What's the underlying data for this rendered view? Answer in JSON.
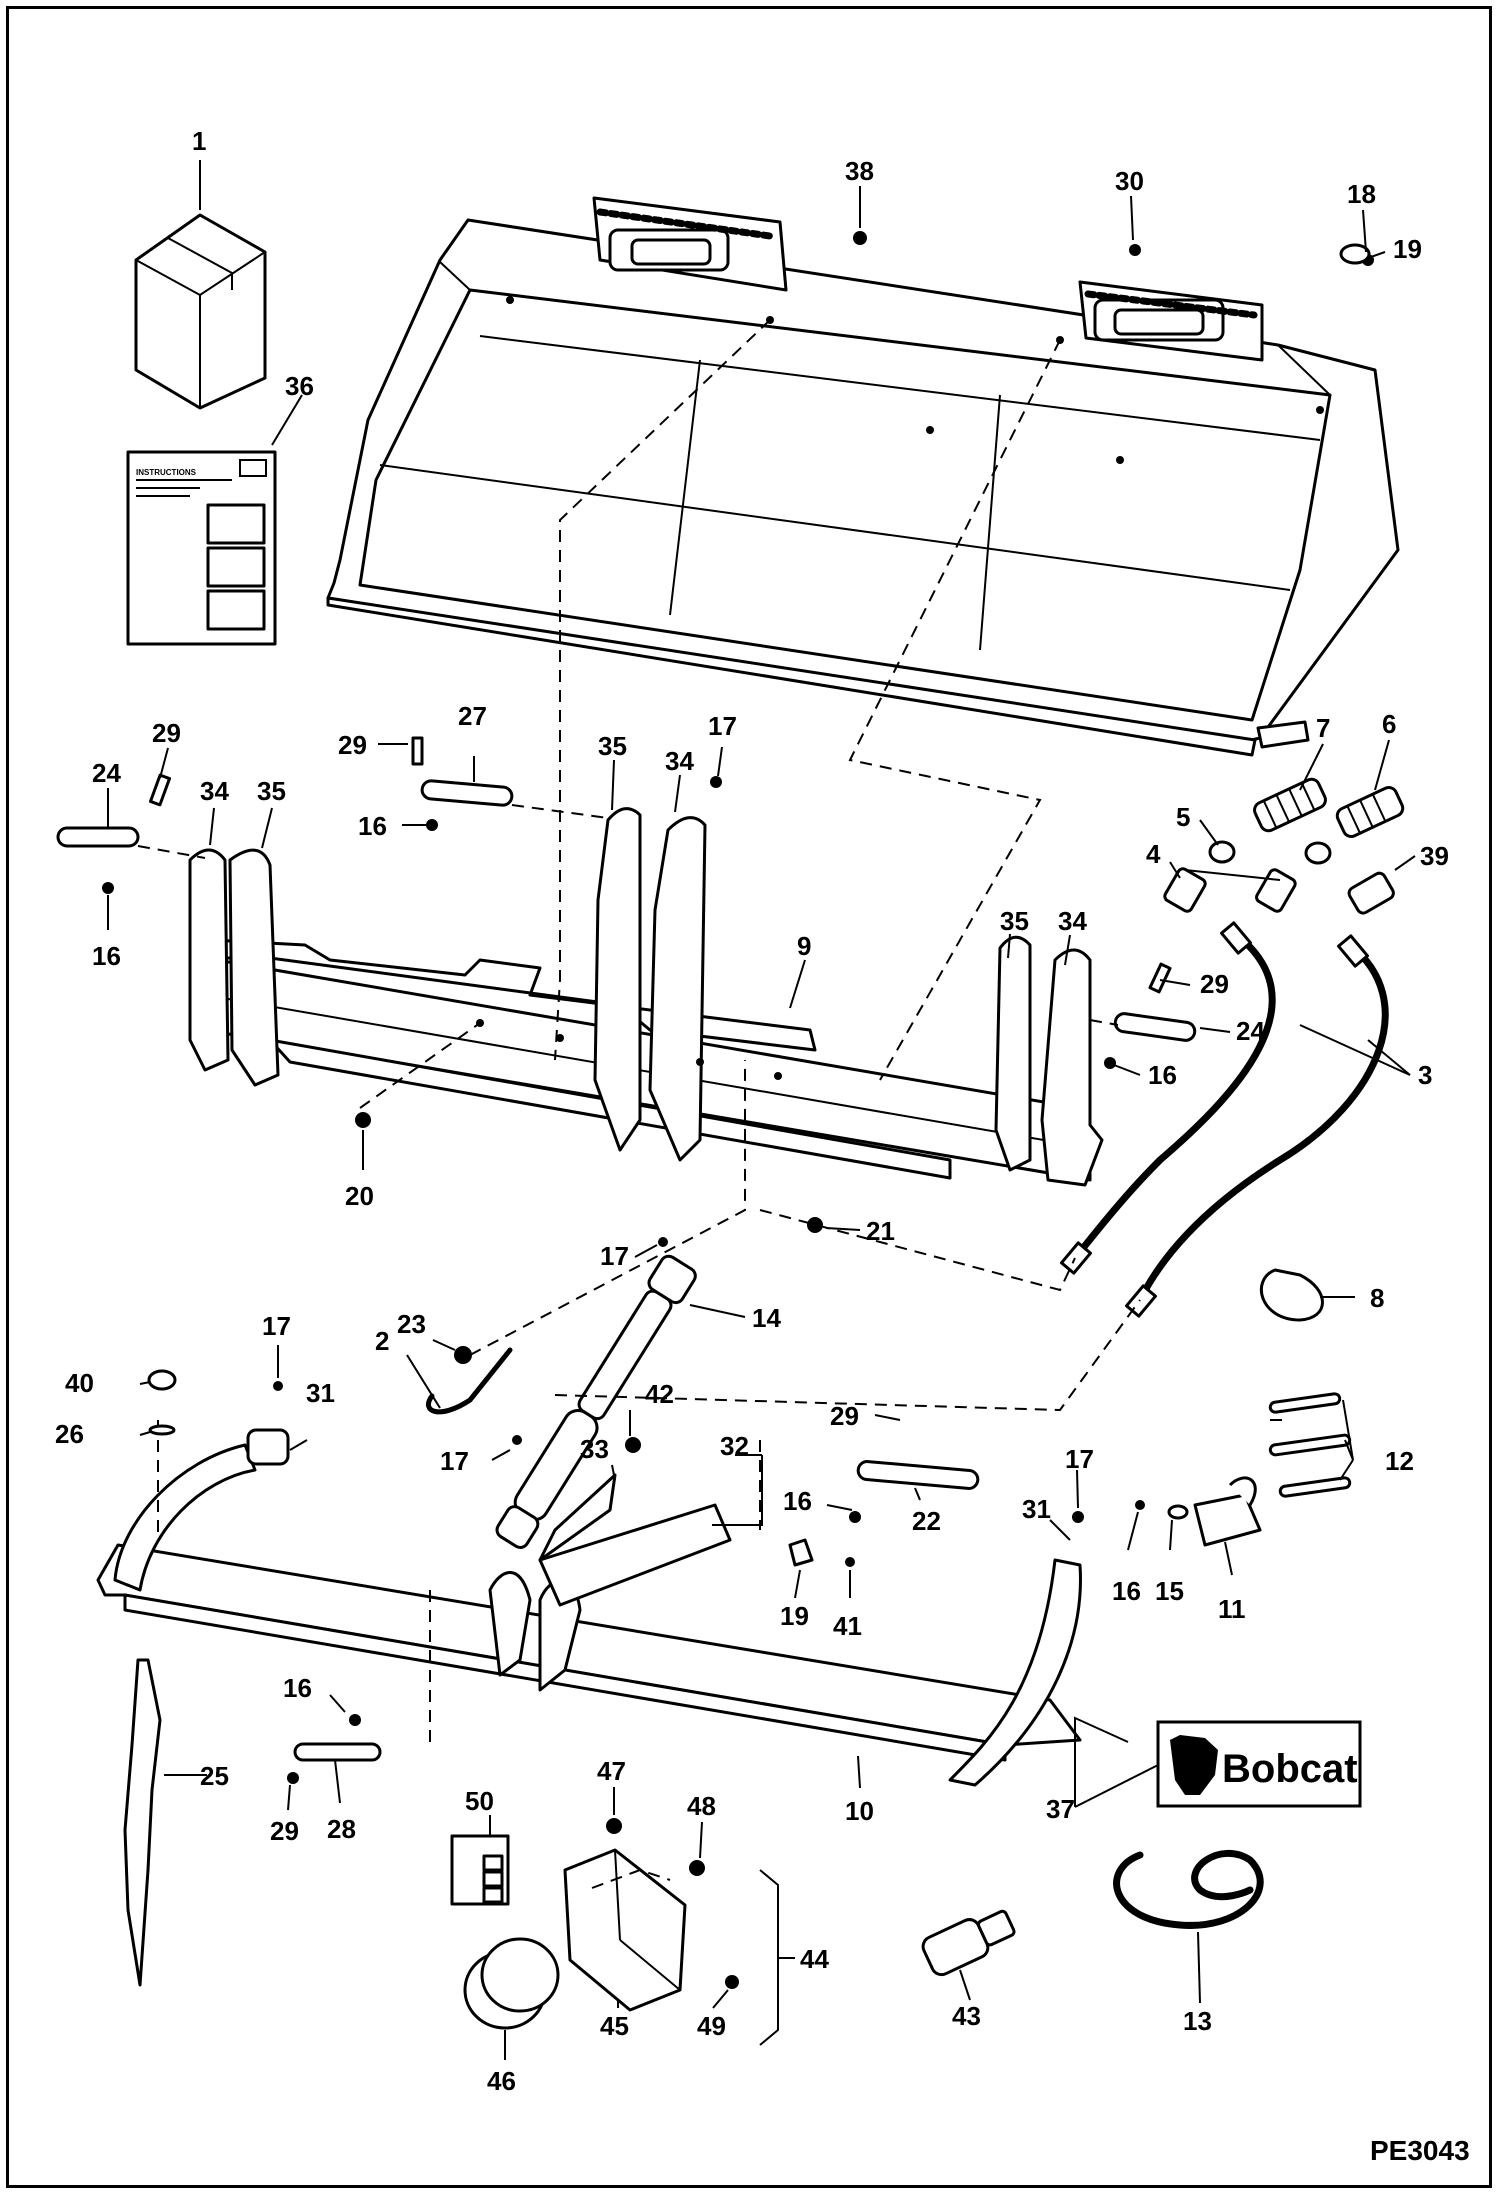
{
  "diagram": {
    "drawing_code": "PE3043",
    "instruction_sheet_title": "INSTRUCTIONS",
    "brand_logo_text": "Bobcat",
    "callouts": [
      {
        "id": "c1",
        "text": "1"
      },
      {
        "id": "c36",
        "text": "36"
      },
      {
        "id": "c38",
        "text": "38"
      },
      {
        "id": "c30",
        "text": "30"
      },
      {
        "id": "c18",
        "text": "18"
      },
      {
        "id": "c19a",
        "text": "19"
      },
      {
        "id": "c29a",
        "text": "29"
      },
      {
        "id": "c24a",
        "text": "24"
      },
      {
        "id": "c34a",
        "text": "34"
      },
      {
        "id": "c35a",
        "text": "35"
      },
      {
        "id": "c16a",
        "text": "16"
      },
      {
        "id": "c29b",
        "text": "29"
      },
      {
        "id": "c27",
        "text": "27"
      },
      {
        "id": "c16b",
        "text": "16"
      },
      {
        "id": "c35b",
        "text": "35"
      },
      {
        "id": "c34b",
        "text": "34"
      },
      {
        "id": "c17a",
        "text": "17"
      },
      {
        "id": "c7",
        "text": "7"
      },
      {
        "id": "c6",
        "text": "6"
      },
      {
        "id": "c5",
        "text": "5"
      },
      {
        "id": "c4",
        "text": "4"
      },
      {
        "id": "c39",
        "text": "39"
      },
      {
        "id": "c9",
        "text": "9"
      },
      {
        "id": "c35c",
        "text": "35"
      },
      {
        "id": "c34c",
        "text": "34"
      },
      {
        "id": "c29c",
        "text": "29"
      },
      {
        "id": "c24b",
        "text": "24"
      },
      {
        "id": "c16c",
        "text": "16"
      },
      {
        "id": "c3",
        "text": "3"
      },
      {
        "id": "c20",
        "text": "20"
      },
      {
        "id": "c21",
        "text": "21"
      },
      {
        "id": "c17b",
        "text": "17"
      },
      {
        "id": "c14",
        "text": "14"
      },
      {
        "id": "c8",
        "text": "8"
      },
      {
        "id": "c23",
        "text": "23"
      },
      {
        "id": "c2",
        "text": "2"
      },
      {
        "id": "c17c",
        "text": "17"
      },
      {
        "id": "c40",
        "text": "40"
      },
      {
        "id": "c31a",
        "text": "31"
      },
      {
        "id": "c26",
        "text": "26"
      },
      {
        "id": "c42",
        "text": "42"
      },
      {
        "id": "c29d",
        "text": "29"
      },
      {
        "id": "c12",
        "text": "12"
      },
      {
        "id": "c17d",
        "text": "17"
      },
      {
        "id": "c33",
        "text": "33"
      },
      {
        "id": "c32",
        "text": "32"
      },
      {
        "id": "c16d",
        "text": "16"
      },
      {
        "id": "c22",
        "text": "22"
      },
      {
        "id": "c17e",
        "text": "17"
      },
      {
        "id": "c31b",
        "text": "31"
      },
      {
        "id": "c19b",
        "text": "19"
      },
      {
        "id": "c41",
        "text": "41"
      },
      {
        "id": "c16e",
        "text": "16"
      },
      {
        "id": "c15",
        "text": "15"
      },
      {
        "id": "c11",
        "text": "11"
      },
      {
        "id": "c16f",
        "text": "16"
      },
      {
        "id": "c25",
        "text": "25"
      },
      {
        "id": "c29e",
        "text": "29"
      },
      {
        "id": "c28",
        "text": "28"
      },
      {
        "id": "c50",
        "text": "50"
      },
      {
        "id": "c47",
        "text": "47"
      },
      {
        "id": "c48",
        "text": "48"
      },
      {
        "id": "c10",
        "text": "10"
      },
      {
        "id": "c37",
        "text": "37"
      },
      {
        "id": "c44",
        "text": "44"
      },
      {
        "id": "c43",
        "text": "43"
      },
      {
        "id": "c13",
        "text": "13"
      },
      {
        "id": "c45",
        "text": "45"
      },
      {
        "id": "c49",
        "text": "49"
      },
      {
        "id": "c46",
        "text": "46"
      }
    ]
  }
}
